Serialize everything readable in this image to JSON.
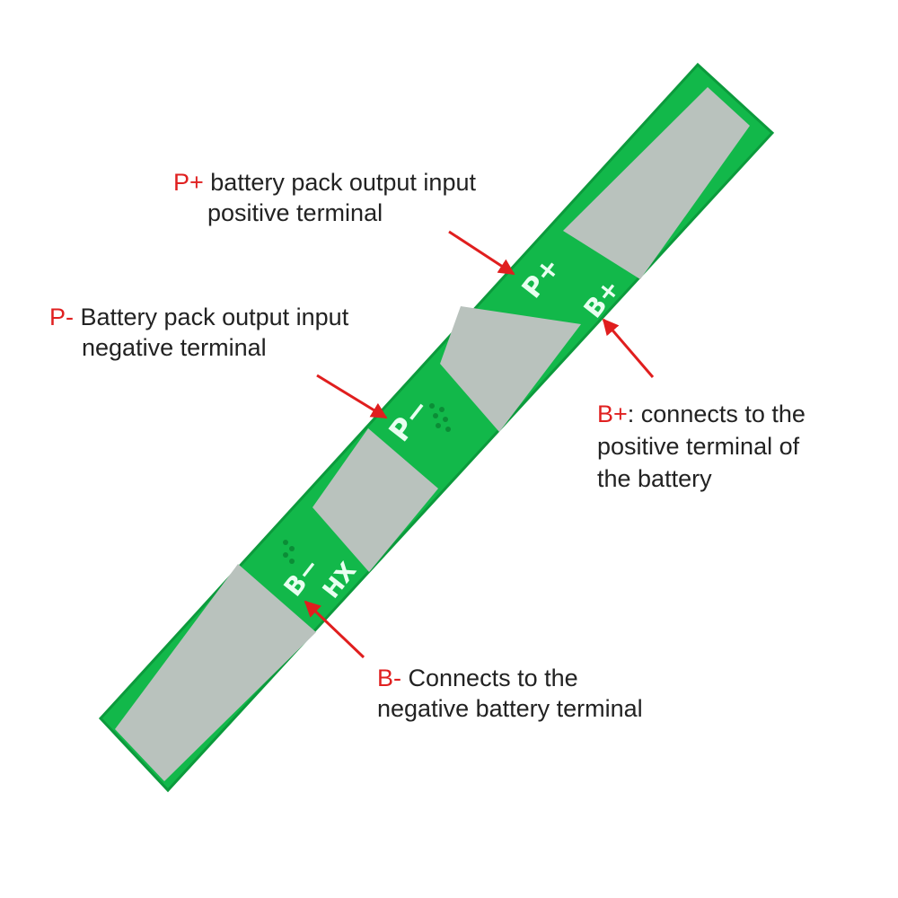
{
  "board": {
    "colors": {
      "pcb": "#12b84a",
      "pcb_edge": "#0c9a3c",
      "pad": "#b9c2bd",
      "silk": "#e8fff0"
    },
    "silkscreen": {
      "p_plus": "P+",
      "b_plus": "B+",
      "p_minus": "P−",
      "b_minus": "B−",
      "hx": "HX"
    }
  },
  "callouts": {
    "p_plus": {
      "key": "P+",
      "line1": " battery pack output input",
      "line2": "positive terminal"
    },
    "p_minus": {
      "key": "P-",
      "line1": " Battery pack output input",
      "line2": "negative terminal"
    },
    "b_plus": {
      "key": "B+",
      "line1": ": connects to the",
      "line2": "positive terminal of",
      "line3": "the battery"
    },
    "b_minus": {
      "key": "B-",
      "line1": " Connects to the",
      "line2": "negative battery terminal"
    }
  },
  "arrow_color": "#e01e1e"
}
